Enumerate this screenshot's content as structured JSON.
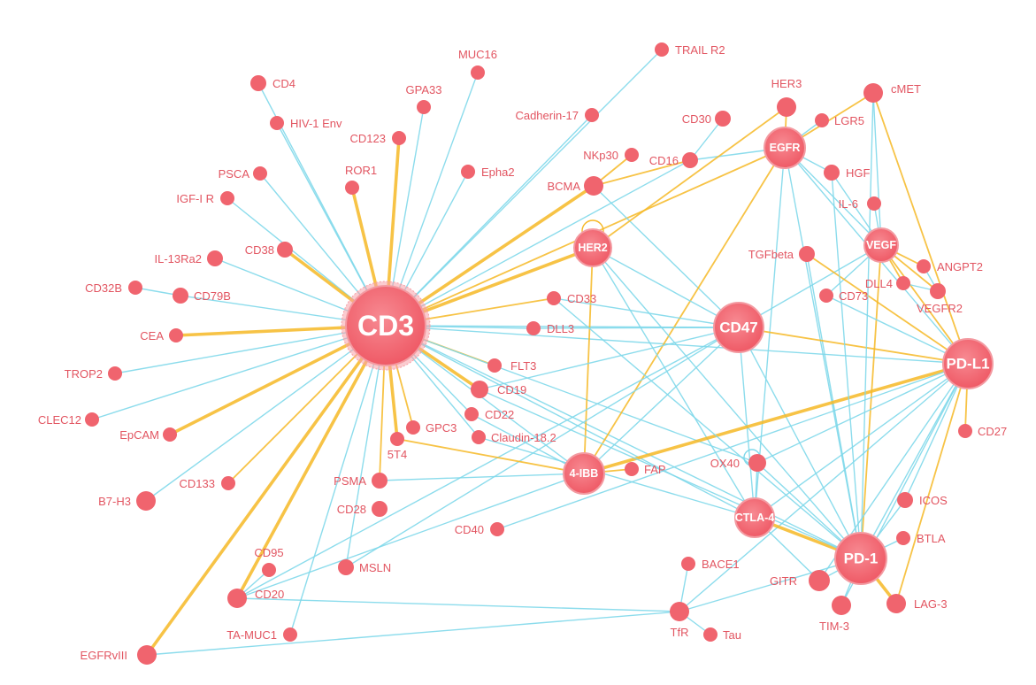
{
  "colors": {
    "node": "#f0646e",
    "label": "#e25561",
    "edge_blue": "#7fd8ea",
    "edge_orange": "#f6b826",
    "hub_text": "#ffffff"
  },
  "nodes": {
    "CD3": {
      "label": "CD3",
      "hub": true
    },
    "CD47": {
      "label": "CD47",
      "hub": true
    },
    "PD-L1": {
      "label": "PD-L1",
      "hub": true
    },
    "PD-1": {
      "label": "PD-1",
      "hub": true
    },
    "4-IBB": {
      "label": "4-IBB",
      "hub": true
    },
    "CTLA-4": {
      "label": "CTLA-4",
      "hub": true
    },
    "EGFR": {
      "label": "EGFR",
      "hub": true
    },
    "HER2": {
      "label": "HER2",
      "hub": true
    },
    "VEGF": {
      "label": "VEGF",
      "hub": true
    },
    "CD4": {
      "label": "CD4"
    },
    "HIV-1 Env": {
      "label": "HIV-1 Env"
    },
    "GPA33": {
      "label": "GPA33"
    },
    "MUC16": {
      "label": "MUC16"
    },
    "TRAIL R2": {
      "label": "TRAIL R2"
    },
    "CD123": {
      "label": "CD123"
    },
    "Cadherin-17": {
      "label": "Cadherin-17"
    },
    "PSCA": {
      "label": "PSCA"
    },
    "ROR1": {
      "label": "ROR1"
    },
    "Epha2": {
      "label": "Epha2"
    },
    "IGF-I R": {
      "label": "IGF-I R"
    },
    "CD38": {
      "label": "CD38"
    },
    "IL-13Ra2": {
      "label": "IL-13Ra2"
    },
    "CD32B": {
      "label": "CD32B"
    },
    "CD79B": {
      "label": "CD79B"
    },
    "CEA": {
      "label": "CEA"
    },
    "TROP2": {
      "label": "TROP2"
    },
    "CLEC12": {
      "label": "CLEC12"
    },
    "EpCAM": {
      "label": "EpCAM"
    },
    "B7-H3": {
      "label": "B7-H3"
    },
    "CD133": {
      "label": "CD133"
    },
    "CD95": {
      "label": "CD95"
    },
    "CD20": {
      "label": "CD20"
    },
    "TA-MUC1": {
      "label": "TA-MUC1"
    },
    "EGFRvIII": {
      "label": "EGFRvIII"
    },
    "MSLN": {
      "label": "MSLN"
    },
    "CD28": {
      "label": "CD28"
    },
    "PSMA": {
      "label": "PSMA"
    },
    "5T4": {
      "label": "5T4"
    },
    "GPC3": {
      "label": "GPC3"
    },
    "Claudin-18.2": {
      "label": "Claudin-18.2"
    },
    "CD22": {
      "label": "CD22"
    },
    "CD19": {
      "label": "CD19"
    },
    "FLT3": {
      "label": "FLT3"
    },
    "DLL3": {
      "label": "DLL3"
    },
    "CD33": {
      "label": "CD33"
    },
    "BCMA": {
      "label": "BCMA"
    },
    "NKp30": {
      "label": "NKp30"
    },
    "CD16": {
      "label": "CD16"
    },
    "CD30": {
      "label": "CD30"
    },
    "HER3": {
      "label": "HER3"
    },
    "LGR5": {
      "label": "LGR5"
    },
    "cMET": {
      "label": "cMET"
    },
    "HGF": {
      "label": "HGF"
    },
    "IL-6": {
      "label": "IL-6"
    },
    "TGFbeta": {
      "label": "TGFbeta"
    },
    "ANGPT2": {
      "label": "ANGPT2"
    },
    "DLL4": {
      "label": "DLL4"
    },
    "CD73": {
      "label": "CD73"
    },
    "VEGFR2": {
      "label": "VEGFR2"
    },
    "CD27": {
      "label": "CD27"
    },
    "FAP": {
      "label": "FAP"
    },
    "OX40": {
      "label": "OX40"
    },
    "ICOS": {
      "label": "ICOS"
    },
    "BTLA": {
      "label": "BTLA"
    },
    "GITR": {
      "label": "GITR"
    },
    "LAG-3": {
      "label": "LAG-3"
    },
    "TIM-3": {
      "label": "TIM-3"
    },
    "BACE1": {
      "label": "BACE1"
    },
    "TfR": {
      "label": "TfR"
    },
    "Tau": {
      "label": "Tau"
    },
    "CD40": {
      "label": "CD40"
    }
  },
  "edges": [
    [
      "CD3",
      "CD4",
      "b"
    ],
    [
      "CD3",
      "HIV-1 Env",
      "b"
    ],
    [
      "CD3",
      "GPA33",
      "b"
    ],
    [
      "CD3",
      "MUC16",
      "b"
    ],
    [
      "CD3",
      "TRAIL R2",
      "b"
    ],
    [
      "CD3",
      "CD123",
      "o"
    ],
    [
      "CD3",
      "Cadherin-17",
      "b"
    ],
    [
      "CD3",
      "PSCA",
      "b"
    ],
    [
      "CD3",
      "ROR1",
      "o"
    ],
    [
      "CD3",
      "Epha2",
      "b"
    ],
    [
      "CD3",
      "IGF-I R",
      "b"
    ],
    [
      "CD3",
      "CD38",
      "o"
    ],
    [
      "CD3",
      "IL-13Ra2",
      "b"
    ],
    [
      "CD3",
      "CD79B",
      "b"
    ],
    [
      "CD32B",
      "CD79B",
      "b"
    ],
    [
      "CD3",
      "CEA",
      "o"
    ],
    [
      "CD3",
      "TROP2",
      "b"
    ],
    [
      "CD3",
      "CLEC12",
      "b"
    ],
    [
      "CD3",
      "EpCAM",
      "o"
    ],
    [
      "CD3",
      "B7-H3",
      "b"
    ],
    [
      "CD3",
      "CD133",
      "o"
    ],
    [
      "CD3",
      "CD20",
      "o"
    ],
    [
      "CD3",
      "TA-MUC1",
      "b"
    ],
    [
      "CD3",
      "EGFRvIII",
      "o"
    ],
    [
      "CD3",
      "MSLN",
      "b"
    ],
    [
      "CD3",
      "PSMA",
      "o"
    ],
    [
      "CD3",
      "5T4",
      "o"
    ],
    [
      "CD3",
      "GPC3",
      "o"
    ],
    [
      "CD3",
      "Claudin-18.2",
      "b"
    ],
    [
      "CD3",
      "CD22",
      "b"
    ],
    [
      "CD3",
      "CD19",
      "o"
    ],
    [
      "CD3",
      "FLT3",
      "o"
    ],
    [
      "CD3",
      "DLL3",
      "b"
    ],
    [
      "CD3",
      "CD33",
      "o"
    ],
    [
      "CD3",
      "BCMA",
      "o"
    ],
    [
      "CD3",
      "HER2",
      "o"
    ],
    [
      "CD3",
      "EGFR",
      "o"
    ],
    [
      "CD3",
      "CD47",
      "b"
    ],
    [
      "CD3",
      "PD-L1",
      "b"
    ],
    [
      "CD3",
      "4-IBB",
      "b"
    ],
    [
      "CD3",
      "PD-1",
      "b"
    ],
    [
      "CD3",
      "CTLA-4",
      "b"
    ],
    [
      "CD3",
      "CD16",
      "b"
    ],
    [
      "CD3",
      "OX40",
      "b"
    ],
    [
      "NKp30",
      "BCMA",
      "o"
    ],
    [
      "CD16",
      "BCMA",
      "o"
    ],
    [
      "CD30",
      "CD16",
      "b"
    ],
    [
      "BCMA",
      "CD47",
      "b"
    ],
    [
      "EGFR",
      "HER3",
      "o"
    ],
    [
      "EGFR",
      "LGR5",
      "b"
    ],
    [
      "EGFR",
      "cMET",
      "o"
    ],
    [
      "EGFR",
      "HGF",
      "b"
    ],
    [
      "EGFR",
      "CD16",
      "b"
    ],
    [
      "EGFR",
      "4-IBB",
      "o"
    ],
    [
      "EGFR",
      "VEGF",
      "b"
    ],
    [
      "EGFR",
      "PD-1",
      "b"
    ],
    [
      "EGFR",
      "CTLA-4",
      "b"
    ],
    [
      "EGFR",
      "PD-L1",
      "b"
    ],
    [
      "HER3",
      "HER2",
      "o"
    ],
    [
      "HER2",
      "4-IBB",
      "o"
    ],
    [
      "HER2",
      "CD47",
      "b"
    ],
    [
      "HER2",
      "PD-1",
      "b"
    ],
    [
      "HER2",
      "CTLA-4",
      "b"
    ],
    [
      "cMET",
      "VEGF",
      "b"
    ],
    [
      "cMET",
      "PD-L1",
      "o"
    ],
    [
      "HGF",
      "VEGF",
      "b"
    ],
    [
      "IL-6",
      "VEGF",
      "b"
    ],
    [
      "VEGF",
      "ANGPT2",
      "o"
    ],
    [
      "VEGF",
      "DLL4",
      "o"
    ],
    [
      "VEGF",
      "VEGFR2",
      "o"
    ],
    [
      "VEGF",
      "PD-L1",
      "o"
    ],
    [
      "VEGF",
      "PD-1",
      "o"
    ],
    [
      "VEGF",
      "CD47",
      "b"
    ],
    [
      "VEGF",
      "CD73",
      "b"
    ],
    [
      "ANGPT2",
      "VEGFR2",
      "b"
    ],
    [
      "DLL4",
      "VEGFR2",
      "b"
    ],
    [
      "TGFbeta",
      "PD-L1",
      "o"
    ],
    [
      "TGFbeta",
      "PD-1",
      "b"
    ],
    [
      "CD73",
      "PD-L1",
      "b"
    ],
    [
      "CD47",
      "PD-L1",
      "o"
    ],
    [
      "CD47",
      "PD-1",
      "b"
    ],
    [
      "CD47",
      "CTLA-4",
      "b"
    ],
    [
      "CD47",
      "CD33",
      "b"
    ],
    [
      "CD47",
      "CD19",
      "b"
    ],
    [
      "CD47",
      "CD20",
      "b"
    ],
    [
      "CD47",
      "DLL3",
      "b"
    ],
    [
      "CD47",
      "MSLN",
      "b"
    ],
    [
      "CD47",
      "4-IBB",
      "b"
    ],
    [
      "PD-L1",
      "4-IBB",
      "o"
    ],
    [
      "PD-L1",
      "CTLA-4",
      "b"
    ],
    [
      "PD-L1",
      "PD-1",
      "b"
    ],
    [
      "PD-L1",
      "CD27",
      "o"
    ],
    [
      "PD-L1",
      "LAG-3",
      "o"
    ],
    [
      "PD-L1",
      "TIM-3",
      "b"
    ],
    [
      "PD-L1",
      "ICOS",
      "b"
    ],
    [
      "PD-L1",
      "OX40",
      "b"
    ],
    [
      "PD-L1",
      "CD40",
      "b"
    ],
    [
      "PD-L1",
      "TfR",
      "b"
    ],
    [
      "PD-L1",
      "GITR",
      "b"
    ],
    [
      "4-IBB",
      "FAP",
      "o"
    ],
    [
      "4-IBB",
      "5T4",
      "o"
    ],
    [
      "4-IBB",
      "PSMA",
      "b"
    ],
    [
      "4-IBB",
      "CD20",
      "b"
    ],
    [
      "4-IBB",
      "CD22",
      "b"
    ],
    [
      "CTLA-4",
      "PD-1",
      "o"
    ],
    [
      "CTLA-4",
      "OX40",
      "b"
    ],
    [
      "CTLA-4",
      "GITR",
      "b"
    ],
    [
      "CTLA-4",
      "Claudin-18.2",
      "b"
    ],
    [
      "PD-1",
      "ICOS",
      "b"
    ],
    [
      "PD-1",
      "BTLA",
      "b"
    ],
    [
      "PD-1",
      "LAG-3",
      "o"
    ],
    [
      "PD-1",
      "TIM-3",
      "b"
    ],
    [
      "PD-1",
      "GITR",
      "b"
    ],
    [
      "PD-1",
      "OX40",
      "b"
    ],
    [
      "PD-1",
      "CD19",
      "b"
    ],
    [
      "PD-1",
      "HGF",
      "b"
    ],
    [
      "PD-1",
      "cMET",
      "b"
    ],
    [
      "PD-1",
      "CD33",
      "b"
    ],
    [
      "TfR",
      "BACE1",
      "b"
    ],
    [
      "TfR",
      "Tau",
      "b"
    ],
    [
      "TfR",
      "CD20",
      "b"
    ],
    [
      "TfR",
      "EGFRvIII",
      "b"
    ],
    [
      "TfR",
      "PD-1",
      "b"
    ],
    [
      "CD20",
      "CD95",
      "b"
    ]
  ]
}
